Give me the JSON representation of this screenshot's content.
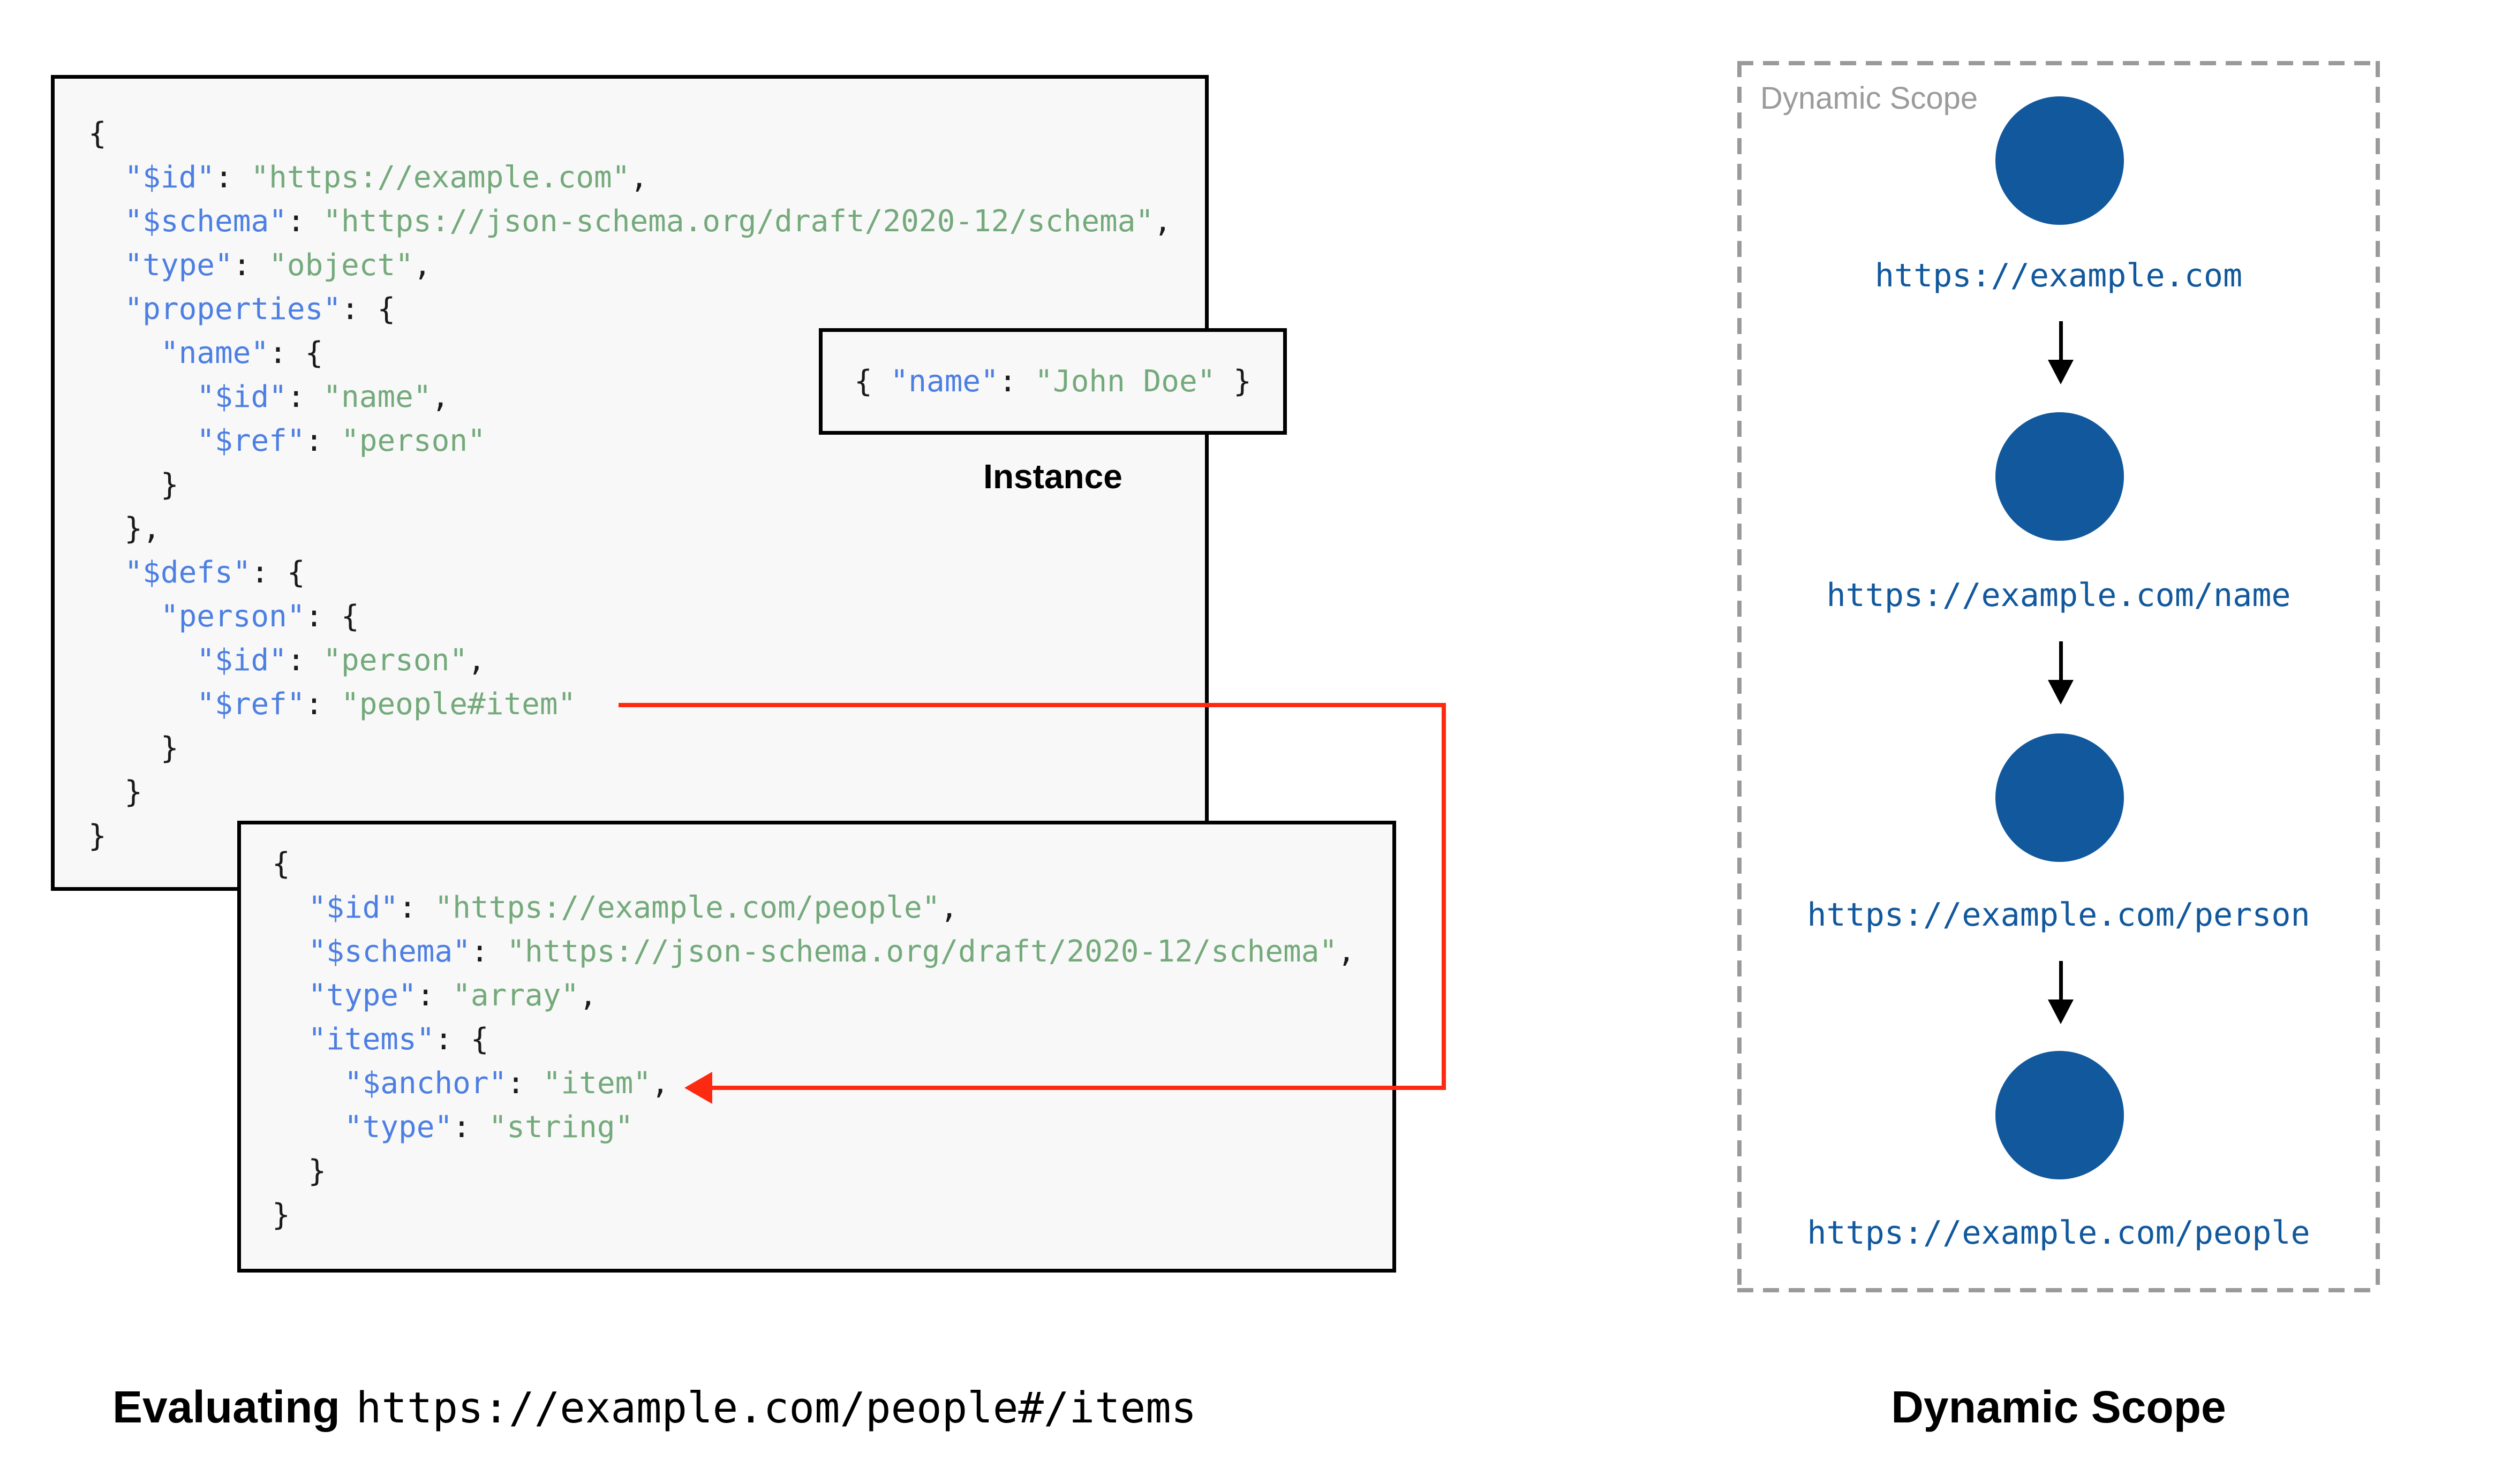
{
  "colors": {
    "key": "#4d7fe3",
    "str": "#74aa7b",
    "node": "#11589d",
    "red": "#fd2a12"
  },
  "root_schema": {
    "lines": [
      "{",
      "  \"$id\": \"https://example.com\",",
      "  \"$schema\": \"https://json-schema.org/draft/2020-12/schema\",",
      "  \"type\": \"object\",",
      "  \"properties\": {",
      "    \"name\": {",
      "      \"$id\": \"name\",",
      "      \"$ref\": \"person\"",
      "    }",
      "  },",
      "  \"$defs\": {",
      "    \"person\": {",
      "      \"$id\": \"person\",",
      "      \"$ref\": \"people#item\"",
      "    }",
      "  }",
      "}"
    ]
  },
  "people_schema": {
    "lines": [
      "{",
      "  \"$id\": \"https://example.com/people\",",
      "  \"$schema\": \"https://json-schema.org/draft/2020-12/schema\",",
      "  \"type\": \"array\",",
      "  \"items\": {",
      "    \"$anchor\": \"item\",",
      "    \"type\": \"string\"",
      "  }",
      "}"
    ]
  },
  "instance": {
    "lines": [
      "{ \"name\": \"John Doe\" }"
    ],
    "label": "Instance"
  },
  "scope": {
    "watermark": "Dynamic Scope",
    "caption": "Dynamic Scope",
    "nodes": [
      {
        "uri": "https://example.com"
      },
      {
        "uri": "https://example.com/name"
      },
      {
        "uri": "https://example.com/person"
      },
      {
        "uri": "https://example.com/people"
      }
    ]
  },
  "evaluating": {
    "label": "Evaluating",
    "uri": "https://example.com/people#/items"
  }
}
